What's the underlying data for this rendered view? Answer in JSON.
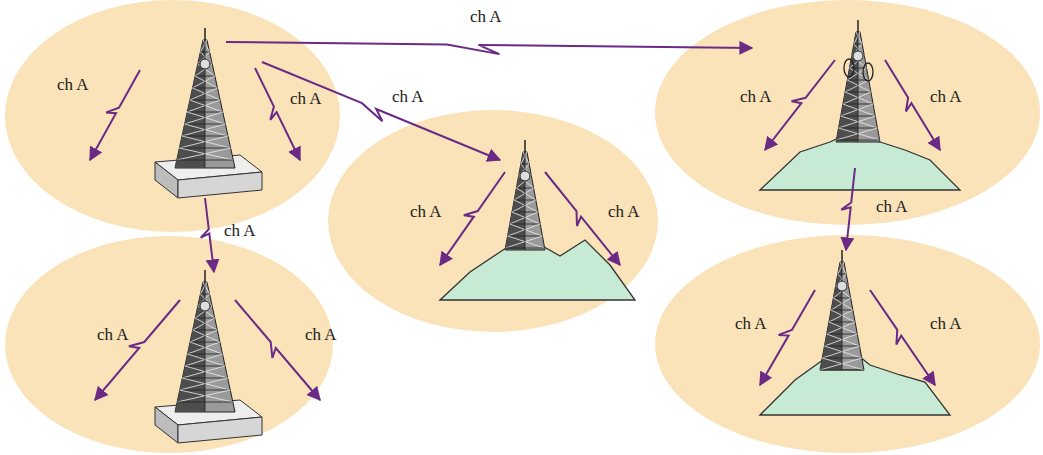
{
  "diagram": {
    "nodes": [
      {
        "text": [
          "ch A",
          "ch A"
        ]
      },
      {
        "text": [
          "ch A",
          "ch A"
        ]
      },
      {
        "text": [
          "ch A",
          "ch A"
        ]
      },
      {
        "text": [
          "ch A",
          "ch A"
        ]
      },
      {
        "text": [
          "ch A",
          "ch A"
        ]
      }
    ],
    "edges": [
      {
        "from": 0,
        "to": 1,
        "label": "ch A",
        "arrow": "to"
      },
      {
        "from": 0,
        "to": 2,
        "label": "ch A",
        "arrow": "to"
      },
      {
        "from": 0,
        "to": 3,
        "label": "ch A",
        "arrow": "to"
      },
      {
        "from": 1,
        "to": 4,
        "label": "ch A",
        "arrow": "to"
      }
    ]
  }
}
